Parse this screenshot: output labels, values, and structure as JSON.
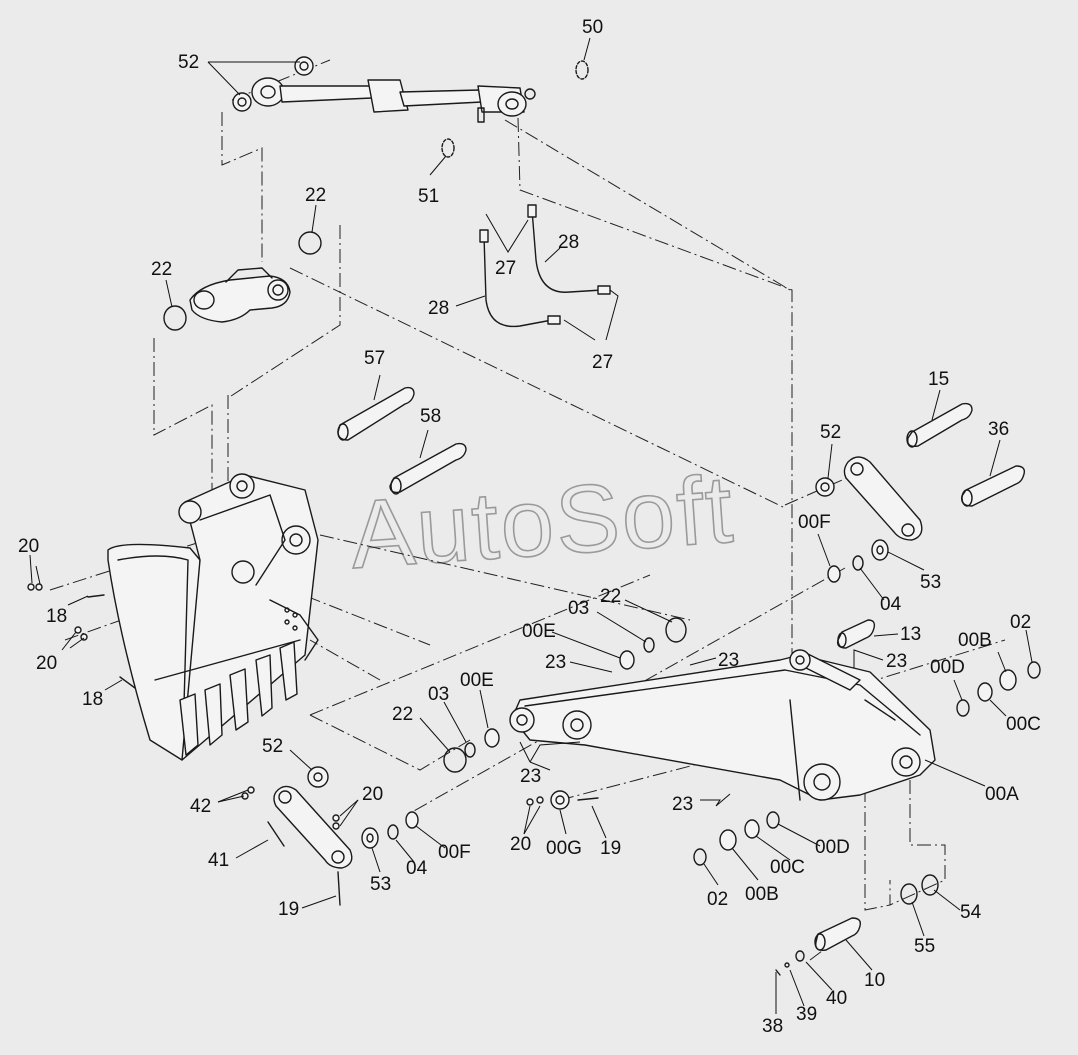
{
  "watermark": "AutoSoft",
  "colors": {
    "background": "#ebebeb",
    "line": "#1a1a1a",
    "watermark": "#9a9a9a"
  },
  "callouts": {
    "c50": "50",
    "c52a": "52",
    "c51": "51",
    "c22a": "22",
    "c22b": "22",
    "c27a": "27",
    "c28a": "28",
    "c28b": "28",
    "c27b": "27",
    "c57": "57",
    "c58": "58",
    "c15": "15",
    "c36": "36",
    "c52b": "52",
    "c00Fa": "00F",
    "c53a": "53",
    "c04a": "04",
    "c20a": "20",
    "c18a": "18",
    "c20b": "20",
    "c18b": "18",
    "c03a": "03",
    "c22c": "22",
    "c00Ea": "00E",
    "c23a": "23",
    "c23b": "23",
    "c13": "13",
    "c23c": "23",
    "c00B": "00B",
    "c02a": "02",
    "c00Da": "00D",
    "c00Ca": "00C",
    "c22d": "22",
    "c03b": "03",
    "c00Eb": "00E",
    "c23d": "23",
    "c52c": "52",
    "c42": "42",
    "c20c": "20",
    "c41": "41",
    "c04b": "04",
    "c00Fb": "00F",
    "c53b": "53",
    "c19a": "19",
    "c20d": "20",
    "c00G": "00G",
    "c19b": "19",
    "c23e": "23",
    "c00Db": "00D",
    "c00Cb": "00C",
    "c00Bb": "00B",
    "c02b": "02",
    "c00A": "00A",
    "c54": "54",
    "c55": "55",
    "c10": "10",
    "c40": "40",
    "c39": "39",
    "c38": "38"
  }
}
